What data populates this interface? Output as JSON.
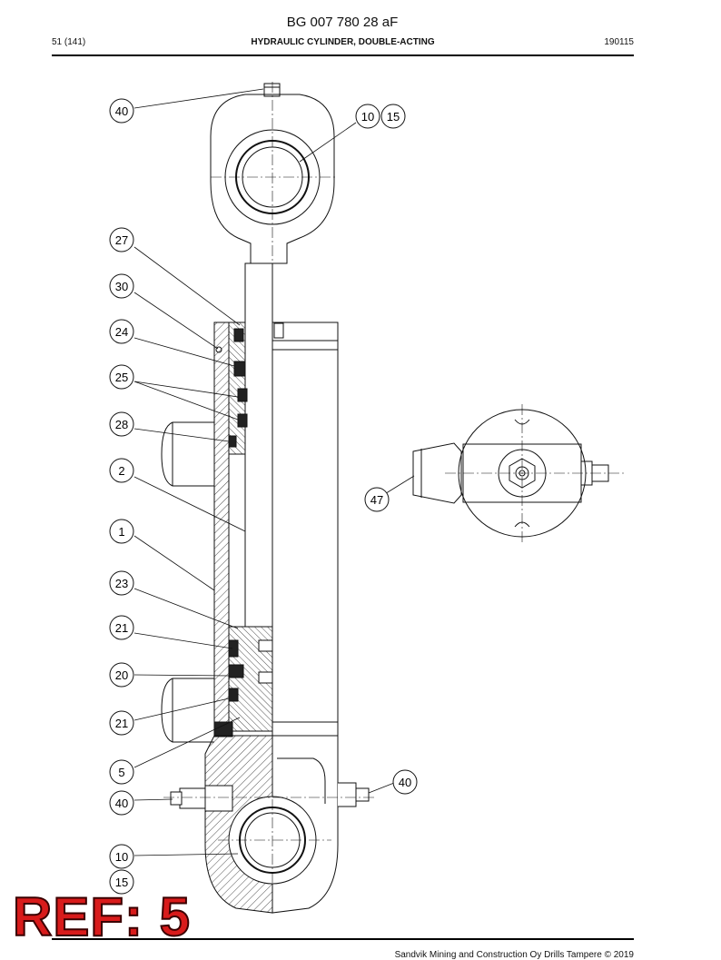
{
  "document": {
    "code": "BG 007 780 28 aF"
  },
  "header": {
    "page": "51 (141)",
    "title": "HYDRAULIC CYLINDER, DOUBLE-ACTING",
    "date": "190115"
  },
  "footer": {
    "copyright": "Sandvik Mining and Construction Oy Drills Tampere © 2019"
  },
  "ref_label": "REF: 5",
  "callouts": {
    "top_grease": "40",
    "eye_top_a": "10",
    "eye_top_b": "15",
    "c27": "27",
    "c30": "30",
    "c24": "24",
    "c25": "25",
    "c28": "28",
    "c2": "2",
    "c1": "1",
    "c23": "23",
    "c21a": "21",
    "c20": "20",
    "c21b": "21",
    "c5": "5",
    "c40_left": "40",
    "c40_right": "40",
    "c10": "10",
    "c15": "15",
    "c47": "47"
  }
}
